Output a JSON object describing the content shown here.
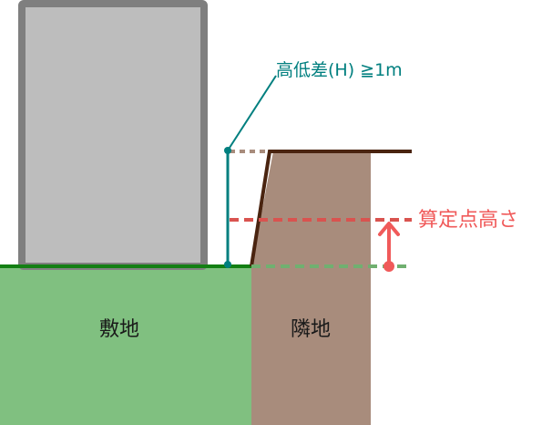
{
  "labels": {
    "height_difference": "高低差(H) ≧1m",
    "calc_height": "算定点高さ",
    "site": "敷地",
    "neighbor": "隣地"
  },
  "colors": {
    "site_ground": "#80c080",
    "ground_line": "#137f13",
    "neighbor_ground": "#a88c7c",
    "retaining_wall": "#4a2410",
    "building_fill": "#bdbdbd",
    "building_border": "#7f7f7f",
    "dimension_teal": "#007f7f",
    "calc_red": "#f05a5a",
    "dotted_brown": "#a88c7c",
    "dotted_green": "#70b070"
  },
  "icons": {
    "arrow": "up-arrow-icon"
  }
}
